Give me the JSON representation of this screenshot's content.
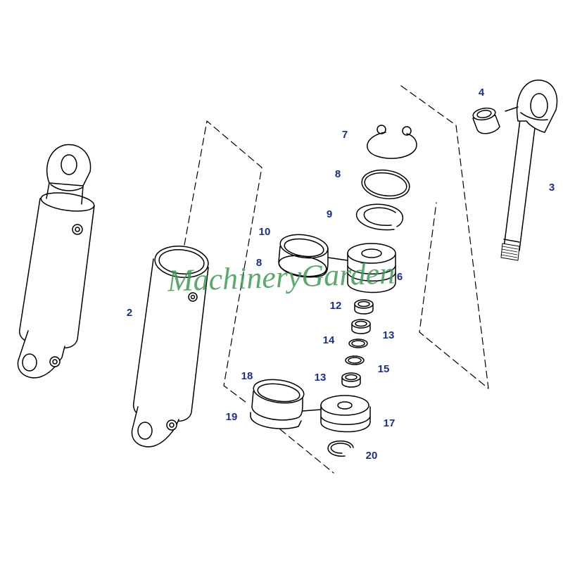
{
  "diagram": {
    "callouts": [
      {
        "id": "c4",
        "text": "4"
      },
      {
        "id": "c7",
        "text": "7"
      },
      {
        "id": "c3",
        "text": "3"
      },
      {
        "id": "c8a",
        "text": "8"
      },
      {
        "id": "c9",
        "text": "9"
      },
      {
        "id": "c10",
        "text": "10"
      },
      {
        "id": "c8b",
        "text": "8"
      },
      {
        "id": "c6",
        "text": "6"
      },
      {
        "id": "c2",
        "text": "2"
      },
      {
        "id": "c12",
        "text": "12"
      },
      {
        "id": "c13a",
        "text": "13"
      },
      {
        "id": "c14",
        "text": "14"
      },
      {
        "id": "c15",
        "text": "15"
      },
      {
        "id": "c18",
        "text": "18"
      },
      {
        "id": "c13b",
        "text": "13"
      },
      {
        "id": "c19",
        "text": "19"
      },
      {
        "id": "c17",
        "text": "17"
      },
      {
        "id": "c20",
        "text": "20"
      }
    ],
    "watermark": "MachineryGarden"
  },
  "colors": {
    "line": "#000000",
    "callout": "#1c2f8f",
    "watermark": "#3f9a53"
  }
}
